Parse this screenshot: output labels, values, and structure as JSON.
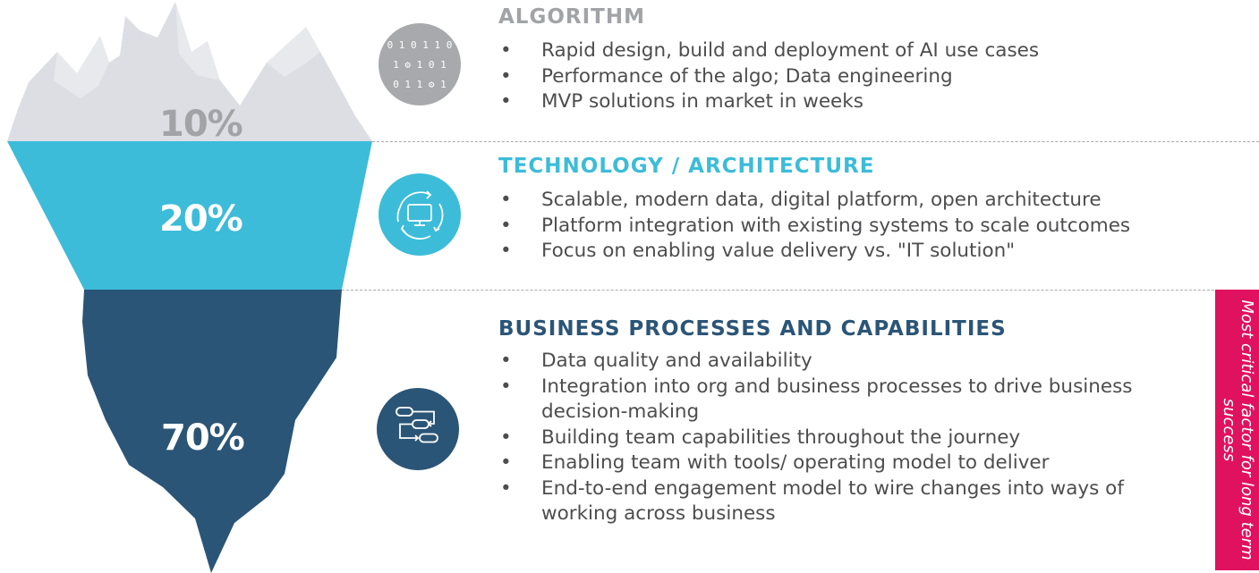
{
  "iceberg": {
    "tiers": [
      {
        "percent": "10%",
        "color": "#dcdee3",
        "text_color": "#a1a3a6"
      },
      {
        "percent": "20%",
        "color": "#3cbcd9",
        "text_color": "#ffffff"
      },
      {
        "percent": "70%",
        "color": "#2b5577",
        "text_color": "#ffffff"
      }
    ]
  },
  "sections": [
    {
      "heading": "ALGORITHM",
      "heading_color": "#a1a3a6",
      "icon": "binary-gear-icon",
      "icon_color": "#a7a9ac",
      "icon_glyphs": [
        "0 1 0 1 1 0",
        "1 ⚙ 1 0 1",
        "0 1 1 ⚙ 1"
      ],
      "bullets": [
        "Rapid design, build and deployment of AI use cases",
        "Performance of the algo; Data engineering",
        "MVP solutions in market in weeks"
      ]
    },
    {
      "heading": "TECHNOLOGY / ARCHITECTURE",
      "heading_color": "#3cbcd9",
      "icon": "monitor-cycle-icon",
      "icon_color": "#3cbcd9",
      "bullets": [
        "Scalable, modern data, digital platform, open architecture",
        "Platform integration with existing systems to scale outcomes",
        "Focus on enabling value delivery vs. \"IT solution\""
      ]
    },
    {
      "heading": "BUSINESS PROCESSES AND CAPABILITIES",
      "heading_color": "#2b5577",
      "icon": "process-flow-icon",
      "icon_color": "#2b5577",
      "bullets": [
        "Data quality and availability",
        "Integration into org and business processes to drive business decision-making",
        "Building team capabilities throughout the journey",
        "Enabling team with tools/ operating model to deliver",
        "End-to-end engagement model to wire changes into ways of working across business"
      ]
    }
  ],
  "callout": {
    "text": "Most critical factor for long term success",
    "color": "#e0115f"
  }
}
